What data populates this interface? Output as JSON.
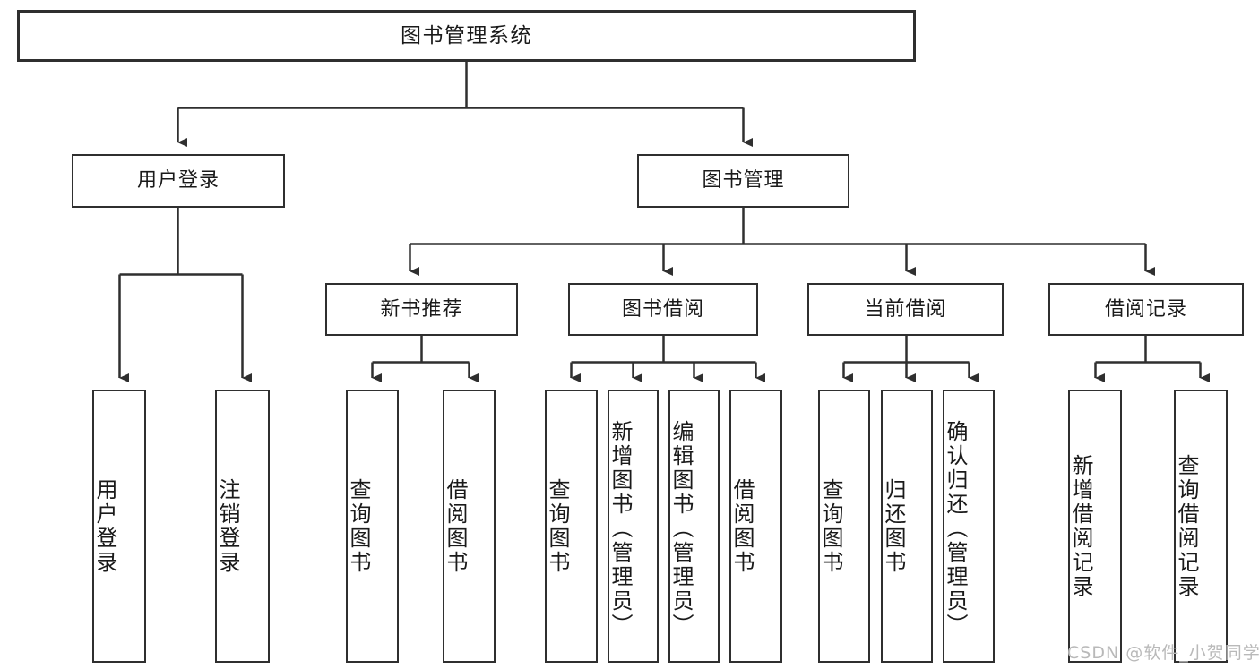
{
  "diagram": {
    "title": "图书管理系统",
    "type": "tree-diagram",
    "root": {
      "label": "图书管理系统"
    },
    "level2": [
      {
        "label": "用户登录"
      },
      {
        "label": "图书管理"
      }
    ],
    "level3": [
      {
        "label": "新书推荐"
      },
      {
        "label": "图书借阅"
      },
      {
        "label": "当前借阅"
      },
      {
        "label": "借阅记录"
      }
    ],
    "leaves": {
      "user_login": [
        {
          "label": "用户登录"
        },
        {
          "label": "注销登录"
        }
      ],
      "new_book_recommend": [
        {
          "label": "查询图书"
        },
        {
          "label": "借阅图书"
        }
      ],
      "book_borrow": [
        {
          "label": "查询图书"
        },
        {
          "label": "新增图书（管理员）"
        },
        {
          "label": "编辑图书（管理员）"
        },
        {
          "label": "借阅图书"
        }
      ],
      "current_borrow": [
        {
          "label": "查询图书"
        },
        {
          "label": "归还图书"
        },
        {
          "label": "确认归还（管理员）"
        }
      ],
      "borrow_record": [
        {
          "label": "新增借阅记录"
        },
        {
          "label": "查询借阅记录"
        }
      ]
    },
    "watermark": "CSDN @软件_小贺同学",
    "colors": {
      "stroke": "#2f2f2f",
      "fill": "#ffffff",
      "text": "#1a1a1a",
      "watermark": "#b9b9b9"
    }
  }
}
